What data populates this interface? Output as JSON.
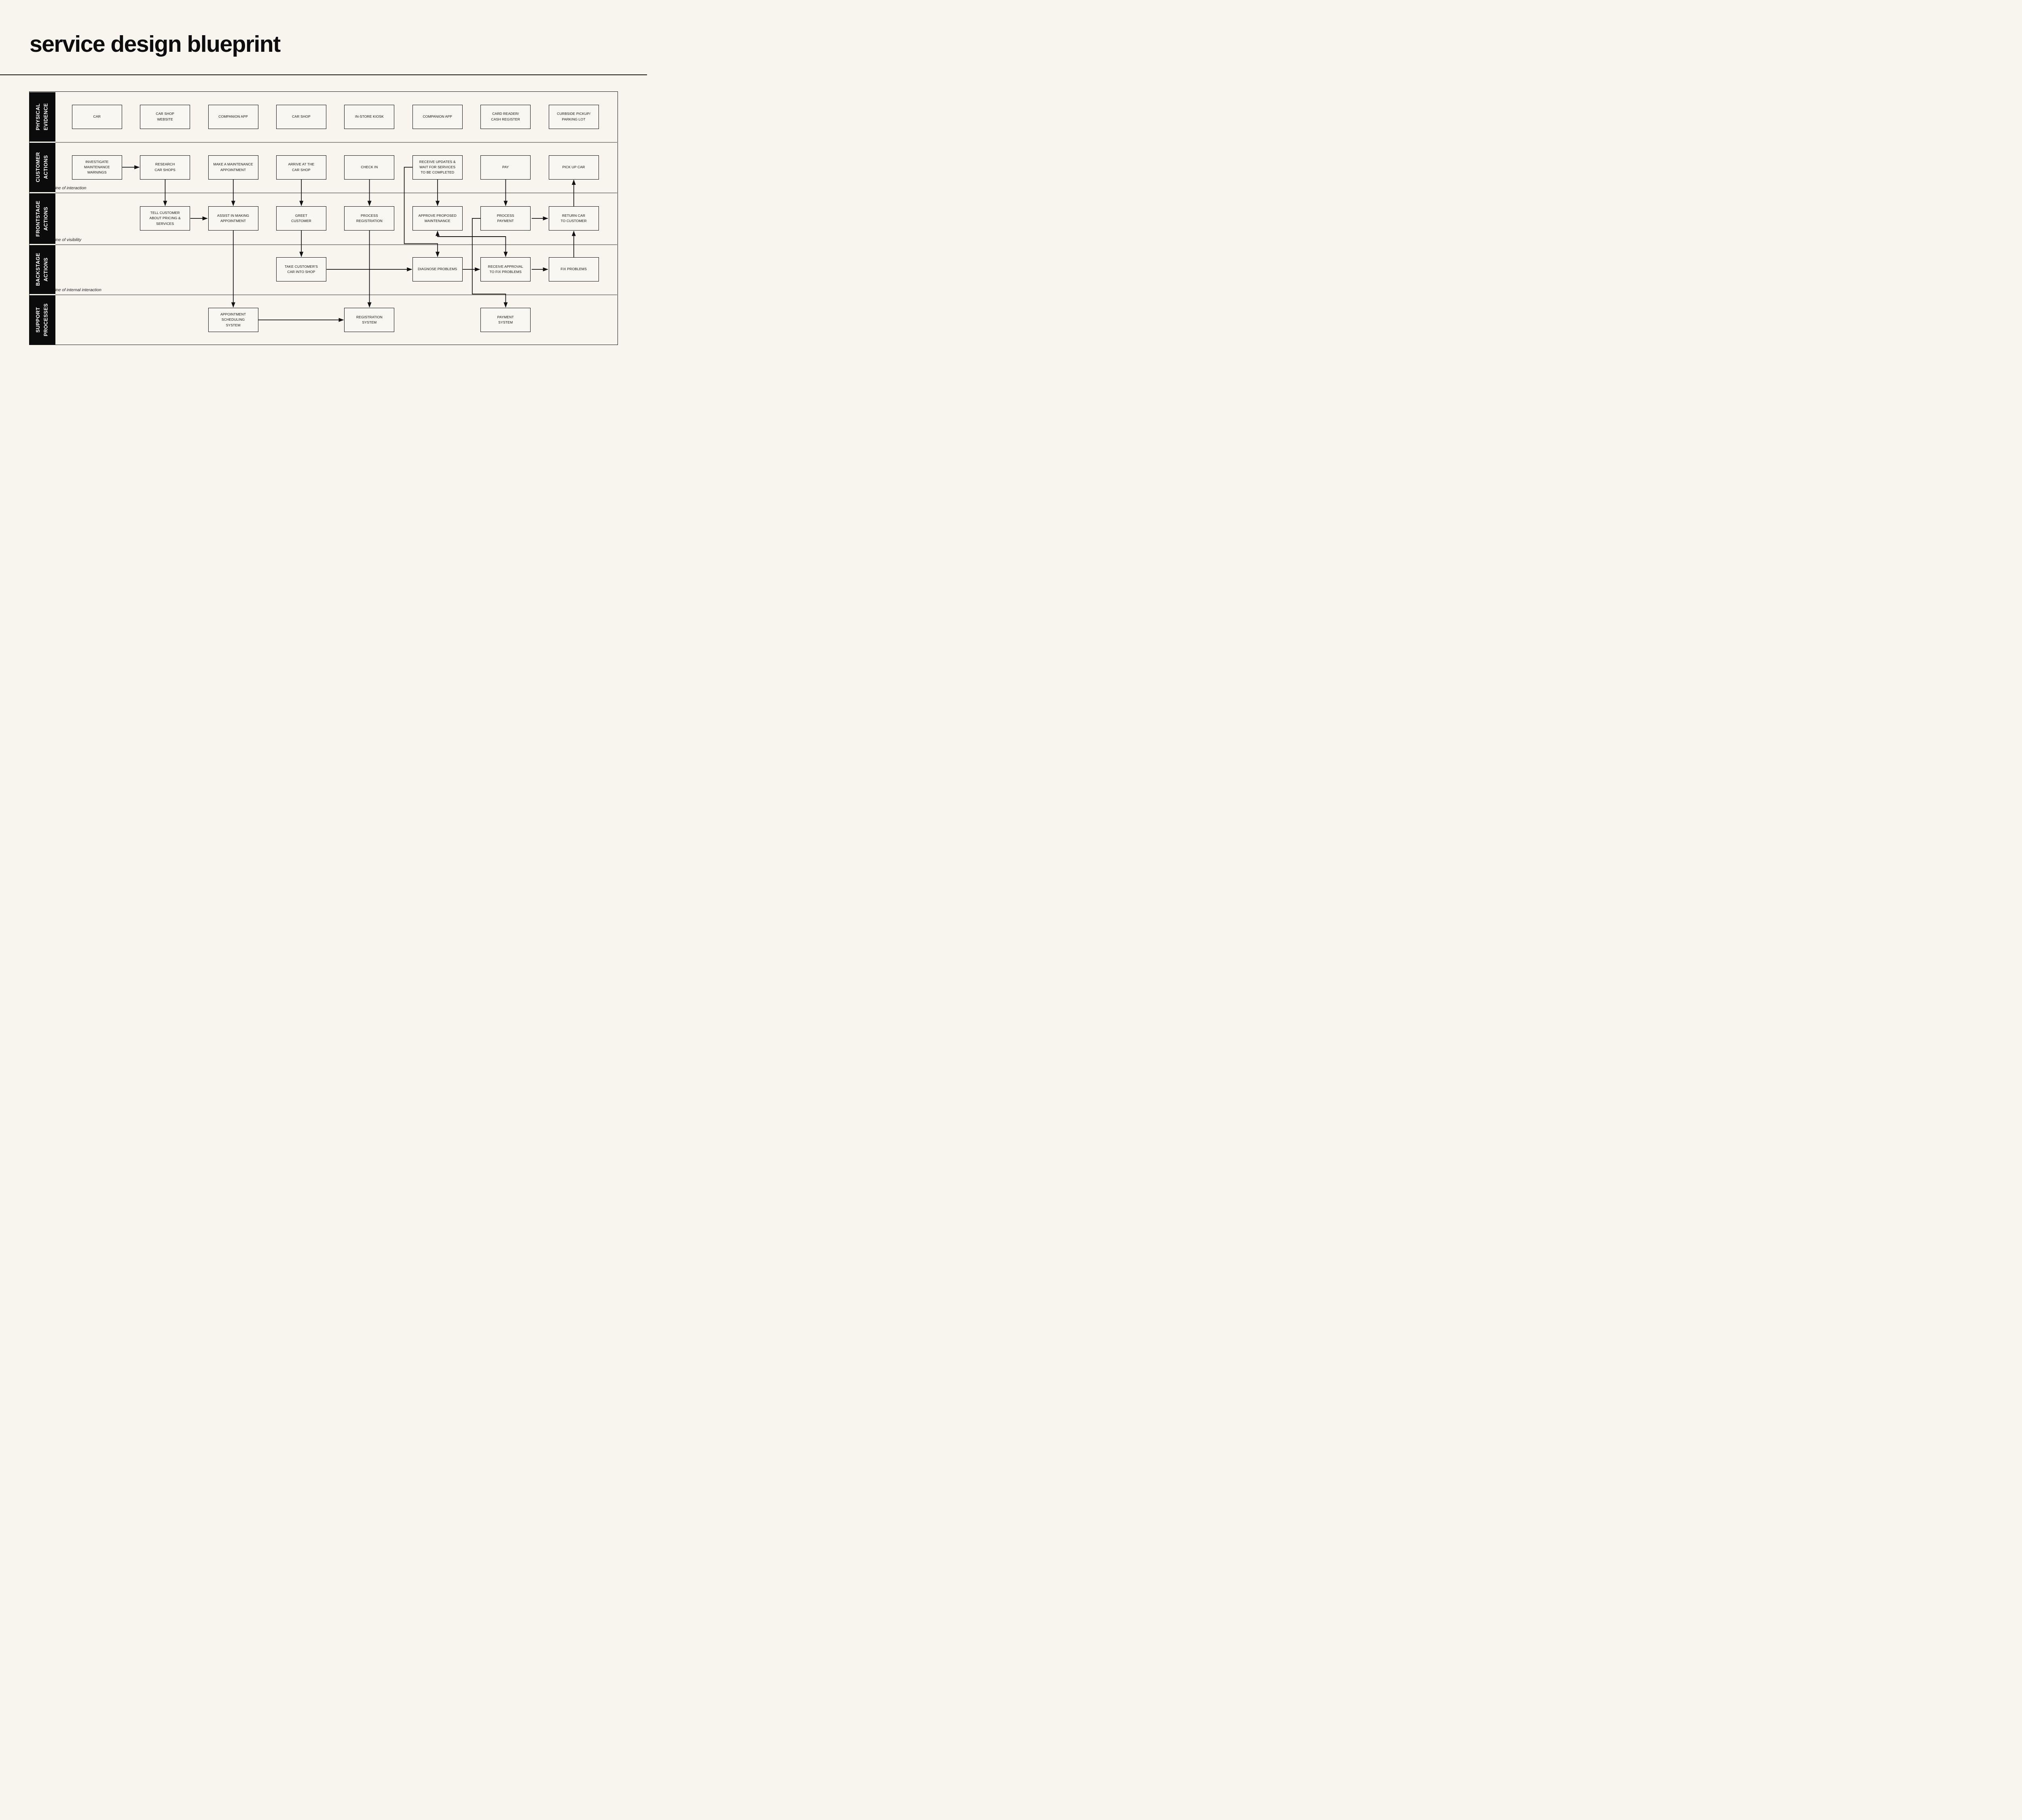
{
  "page": {
    "title": "service design blueprint"
  },
  "colors": {
    "background": "#f7f5ee",
    "ink": "#111111",
    "lane_background": "#0b0b0b",
    "lane_text": "#ffffff",
    "divider_gray": "#908e89"
  },
  "lanes": [
    {
      "id": "physical-evidence",
      "label": "PHYSICAL\nEVIDENCE"
    },
    {
      "id": "customer-actions",
      "label": "CUSTOMER\nACTIONS"
    },
    {
      "id": "frontstage-actions",
      "label": "FRONTSTAGE\nACTIONS"
    },
    {
      "id": "backstage-actions",
      "label": "BACKSTAGE\nACTIONS"
    },
    {
      "id": "support-processes",
      "label": "SUPPORT\nPROCESSES"
    }
  ],
  "line_labels": [
    {
      "id": "line-of-interaction",
      "text": "line of interaction"
    },
    {
      "id": "line-of-visibility",
      "text": "line of visibility"
    },
    {
      "id": "line-of-internal-interaction",
      "text": "line of internal interaction"
    }
  ],
  "nodes": [
    {
      "id": "car",
      "lane": 0,
      "col": 0,
      "label": "CAR"
    },
    {
      "id": "car-shop-website",
      "lane": 0,
      "col": 1,
      "label": "CAR SHOP\nWEBSITE"
    },
    {
      "id": "companion-app-1",
      "lane": 0,
      "col": 2,
      "label": "COMPANION APP"
    },
    {
      "id": "car-shop",
      "lane": 0,
      "col": 3,
      "label": "CAR SHOP"
    },
    {
      "id": "in-store-kiosk",
      "lane": 0,
      "col": 4,
      "label": "IN-STORE KIOSK"
    },
    {
      "id": "companion-app-2",
      "lane": 0,
      "col": 5,
      "label": "COMPANION APP"
    },
    {
      "id": "card-reader",
      "lane": 0,
      "col": 6,
      "label": "CARD READER/\nCASH REGISTER"
    },
    {
      "id": "curbside-pickup",
      "lane": 0,
      "col": 7,
      "label": "CURBSIDE PICKUP/\nPARKING LOT"
    },
    {
      "id": "investigate",
      "lane": 1,
      "col": 0,
      "label": "INVESTIGATE\nMAINTENANCE\nWARNINGS"
    },
    {
      "id": "research",
      "lane": 1,
      "col": 1,
      "label": "RESEARCH\nCAR SHOPS"
    },
    {
      "id": "make-appointment",
      "lane": 1,
      "col": 2,
      "label": "MAKE A MAINTENANCE\nAPPOINTMENT"
    },
    {
      "id": "arrive",
      "lane": 1,
      "col": 3,
      "label": "ARRIVE AT THE\nCAR SHOP"
    },
    {
      "id": "check-in",
      "lane": 1,
      "col": 4,
      "label": "CHECK IN"
    },
    {
      "id": "receive-updates",
      "lane": 1,
      "col": 5,
      "label": "RECEIVE UPDATES &\nWAIT FOR SERVICES\nTO BE COMPLETED"
    },
    {
      "id": "pay",
      "lane": 1,
      "col": 6,
      "label": "PAY"
    },
    {
      "id": "pick-up-car",
      "lane": 1,
      "col": 7,
      "label": "PICK UP CAR"
    },
    {
      "id": "tell-customer",
      "lane": 2,
      "col": 1,
      "label": "TELL CUSTOMER\nABOUT PRICING &\nSERVICES"
    },
    {
      "id": "assist",
      "lane": 2,
      "col": 2,
      "label": "ASSIST IN MAKING\nAPPOINTMENT"
    },
    {
      "id": "greet",
      "lane": 2,
      "col": 3,
      "label": "GREET\nCUSTOMER"
    },
    {
      "id": "process-registration",
      "lane": 2,
      "col": 4,
      "label": "PROCESS\nREGISTRATION"
    },
    {
      "id": "approve",
      "lane": 2,
      "col": 5,
      "label": "APPROVE PROPOSED\nMAINTENANCE"
    },
    {
      "id": "process-payment",
      "lane": 2,
      "col": 6,
      "label": "PROCESS\nPAYMENT"
    },
    {
      "id": "return-car",
      "lane": 2,
      "col": 7,
      "label": "RETURN CAR\nTO CUSTOMER"
    },
    {
      "id": "take-car",
      "lane": 3,
      "col": 3,
      "label": "TAKE CUSTOMER'S\nCAR INTO SHOP"
    },
    {
      "id": "diagnose",
      "lane": 3,
      "col": 5,
      "label": "DIAGNOSE PROBLEMS"
    },
    {
      "id": "receive-approval",
      "lane": 3,
      "col": 6,
      "label": "RECEIVE APPROVAL\nTO FIX PROBLEMS"
    },
    {
      "id": "fix-problems",
      "lane": 3,
      "col": 7,
      "label": "FIX PROBLEMS"
    },
    {
      "id": "appointment-system",
      "lane": 4,
      "col": 2,
      "label": "APPOINTMENT\nSCHEDULING\nSYSTEM"
    },
    {
      "id": "registration-system",
      "lane": 4,
      "col": 4,
      "label": "REGISTRATION\nSYSTEM"
    },
    {
      "id": "payment-system",
      "lane": 4,
      "col": 6,
      "label": "PAYMENT\nSYSTEM"
    }
  ],
  "edges": [
    {
      "from": "investigate",
      "to": "research",
      "points": [
        [
          302.3,
          413.5
        ],
        [
          344.2,
          413.5
        ]
      ]
    },
    {
      "from": "research",
      "to": "tell-customer",
      "points": [
        [
          408.4,
          443.5
        ],
        [
          408.4,
          508.5
        ]
      ]
    },
    {
      "from": "make-appointment",
      "to": "assist",
      "points": [
        [
          576.8,
          443.5
        ],
        [
          576.8,
          508.5
        ]
      ]
    },
    {
      "from": "arrive",
      "to": "greet",
      "points": [
        [
          745.2,
          443.5
        ],
        [
          745.2,
          508.5
        ]
      ]
    },
    {
      "from": "check-in",
      "to": "process-registration",
      "points": [
        [
          913.6,
          443.5
        ],
        [
          913.6,
          508.5
        ]
      ]
    },
    {
      "from": "receive-updates",
      "to": "approve",
      "points": [
        [
          1082,
          443.5
        ],
        [
          1082,
          508.5
        ]
      ]
    },
    {
      "from": "pay",
      "to": "process-payment",
      "points": [
        [
          1250.4,
          443.5
        ],
        [
          1250.4,
          508.5
        ]
      ]
    },
    {
      "from": "return-car",
      "to": "pick-up-car",
      "points": [
        [
          1418.8,
          510
        ],
        [
          1418.8,
          445
        ]
      ]
    },
    {
      "from": "tell-customer",
      "to": "assist",
      "points": [
        [
          470.7,
          540
        ],
        [
          512.6,
          540
        ]
      ]
    },
    {
      "from": "process-payment",
      "to": "return-car",
      "points": [
        [
          1314.7,
          540
        ],
        [
          1354.6,
          540
        ]
      ]
    },
    {
      "from": "greet",
      "to": "take-car",
      "points": [
        [
          745.2,
          570
        ],
        [
          745.2,
          634.5
        ]
      ]
    },
    {
      "from": "receive-updates",
      "to": "diagnose",
      "points": [
        [
          1019.8,
          413.5
        ],
        [
          999.6,
          413.5
        ],
        [
          999.6,
          602.5
        ],
        [
          1082,
          602.5
        ],
        [
          1082,
          634.5
        ]
      ]
    },
    {
      "from": "take-car",
      "to": "diagnose",
      "points": [
        [
          807.5,
          666
        ],
        [
          1018.2,
          666
        ]
      ]
    },
    {
      "from": "diagnose",
      "to": "receive-approval",
      "points": [
        [
          1144.3,
          666
        ],
        [
          1186.2,
          666
        ]
      ]
    },
    {
      "from": "receive-approval",
      "to": "fix-problems",
      "points": [
        [
          1314.7,
          666
        ],
        [
          1354.6,
          666
        ]
      ]
    },
    {
      "from": "fix-problems",
      "to": "return-car",
      "points": [
        [
          1418.8,
          636
        ],
        [
          1418.8,
          571.5
        ]
      ]
    },
    {
      "from": "process-payment",
      "to": "payment-system",
      "points": [
        [
          1188.2,
          540
        ],
        [
          1167.8,
          540
        ],
        [
          1167.8,
          727
        ],
        [
          1250.4,
          727
        ],
        [
          1250.4,
          759.5
        ]
      ]
    },
    {
      "from": "junction",
      "to": "approve",
      "points": [
        [
          1250.4,
          585
        ],
        [
          1082,
          585
        ],
        [
          1082,
          571.5
        ]
      ]
    },
    {
      "from": "junction",
      "to": "receive-approval",
      "points": [
        [
          1082,
          585
        ],
        [
          1250.4,
          585
        ],
        [
          1250.4,
          634.5
        ]
      ]
    },
    {
      "from": "assist",
      "to": "appointment-system",
      "points": [
        [
          576.8,
          570
        ],
        [
          576.8,
          759.5
        ]
      ]
    },
    {
      "from": "appointment-system",
      "to": "registration-system",
      "points": [
        [
          639.1,
          791
        ],
        [
          849.4,
          791
        ]
      ]
    },
    {
      "from": "process-registration",
      "to": "registration-system",
      "points": [
        [
          913.6,
          570
        ],
        [
          913.6,
          759.5
        ]
      ]
    }
  ]
}
